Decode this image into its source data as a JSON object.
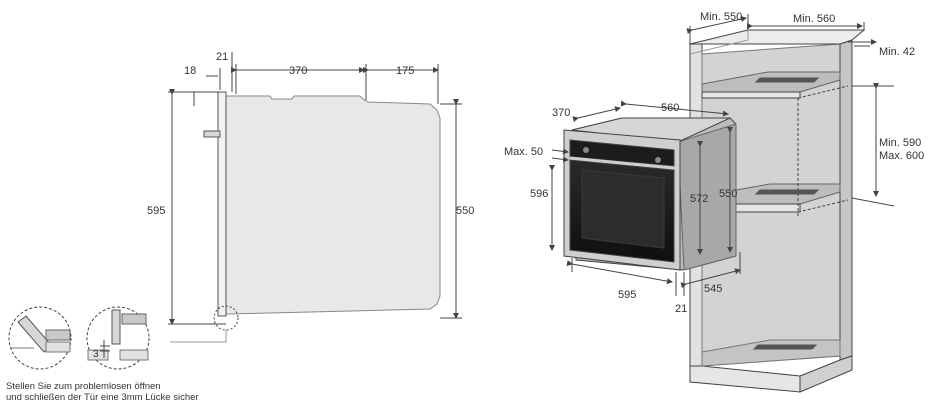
{
  "side_view": {
    "dim_top_18": "18",
    "dim_top_21": "21",
    "dim_top_370": "370",
    "dim_top_175": "175",
    "dim_left_595": "595",
    "dim_right_550": "550"
  },
  "detail": {
    "gap_3": "3",
    "note_line1": "Stellen Sie zum problemlosen öffnen",
    "note_line2": "und schließen der Tür eine 3mm Lücke sicher"
  },
  "oven_iso": {
    "dim_370": "370",
    "dim_560": "560",
    "dim_max50": "Max. 50",
    "dim_596": "596",
    "dim_572": "572",
    "dim_550": "550",
    "dim_595": "595",
    "dim_545": "545",
    "dim_21": "21"
  },
  "cabinet": {
    "dim_min550": "Min. 550",
    "dim_min560": "Min. 560",
    "dim_min42": "Min. 42",
    "dim_min590": "Min. 590",
    "dim_max600": "Max. 600"
  },
  "colors": {
    "line": "#444444",
    "cabinet_fill": "#dcdcdc",
    "cabinet_dark": "#cfcfcf",
    "oven_dark": "#1e1e1e",
    "steel": "#b9b9b9"
  }
}
